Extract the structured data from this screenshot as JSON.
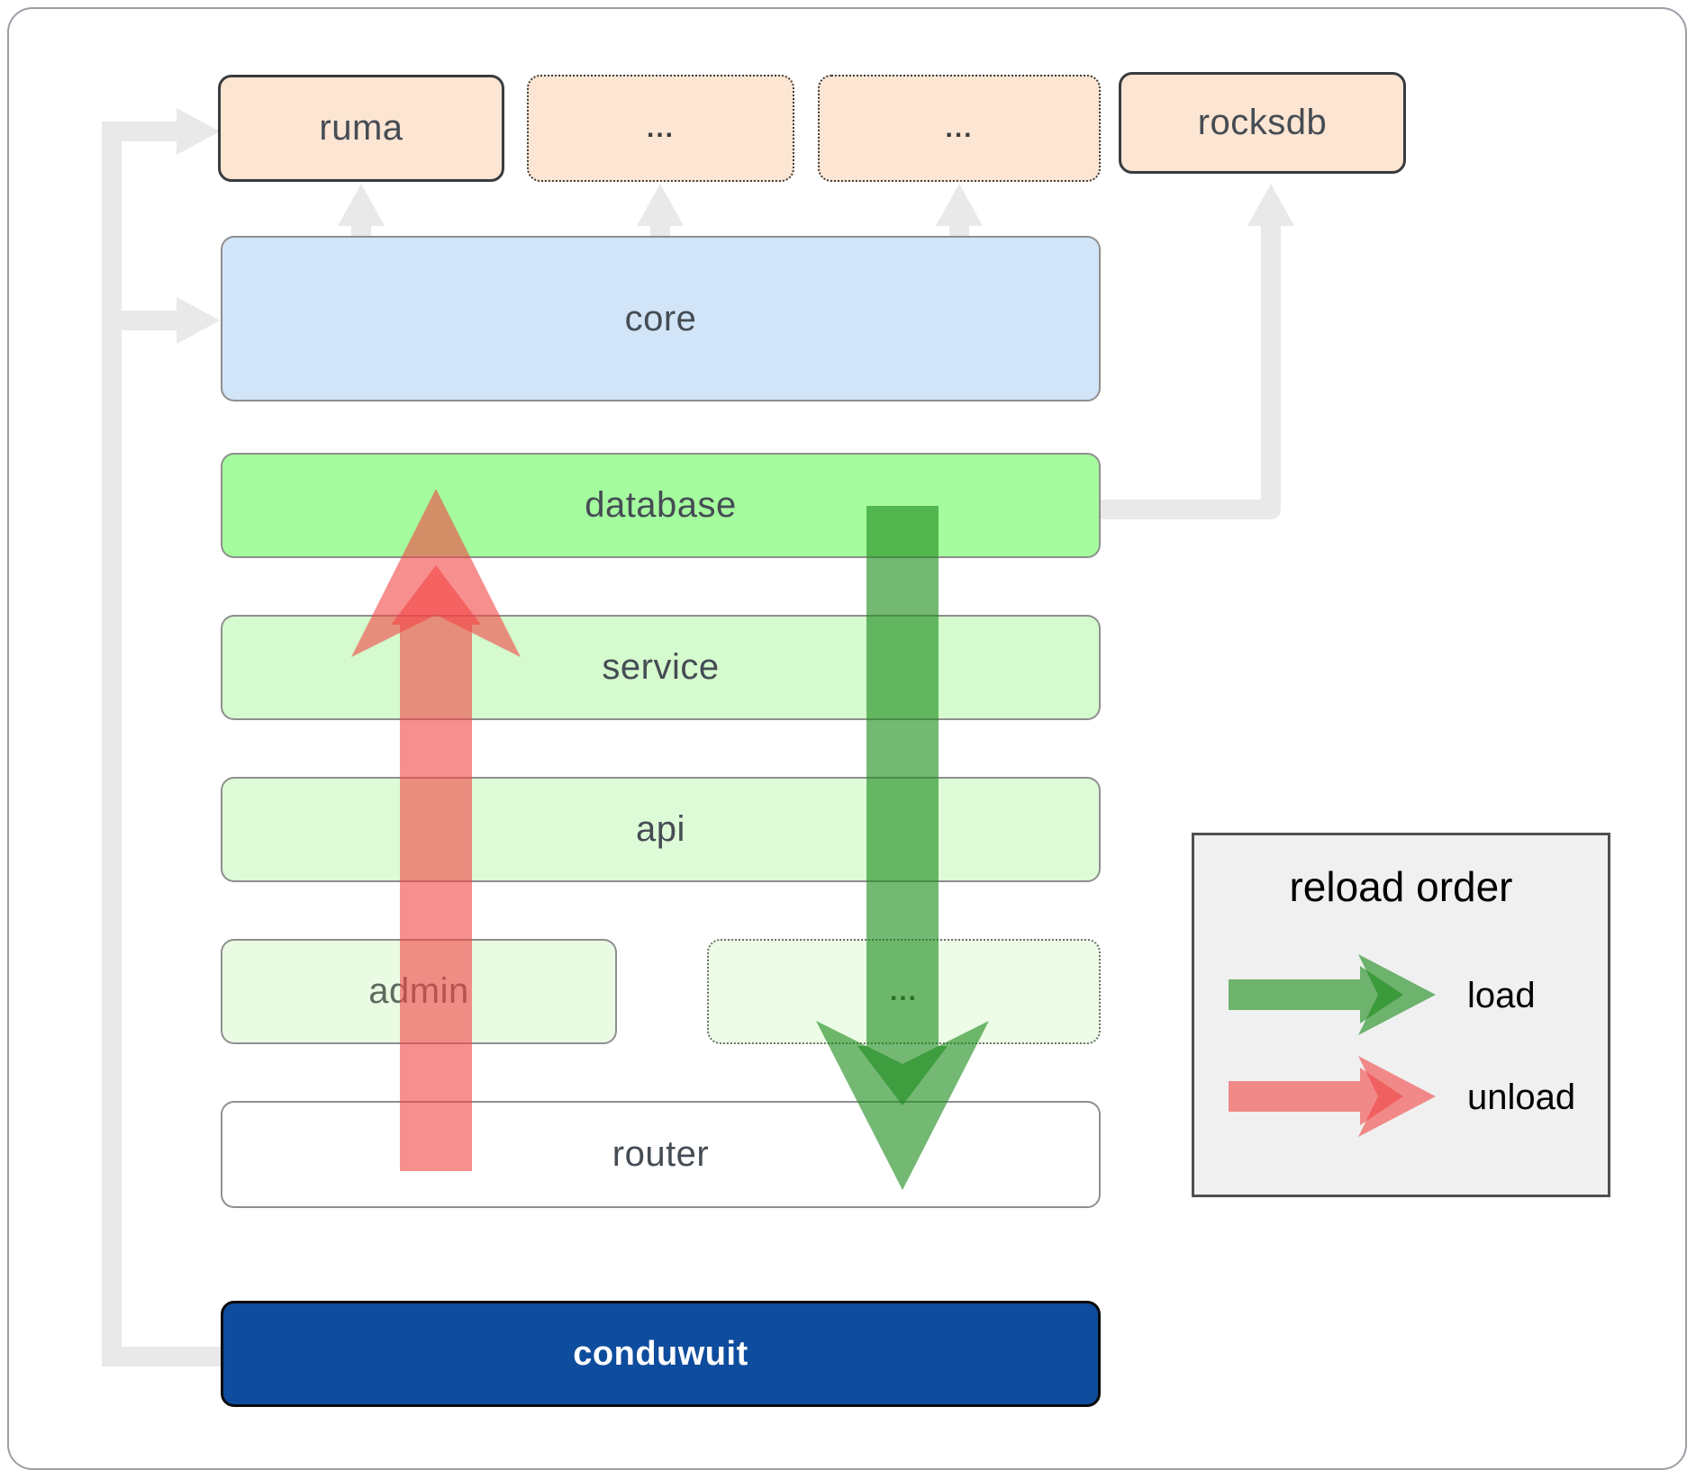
{
  "diagram": {
    "top_row": [
      {
        "id": "ruma",
        "label": "ruma",
        "border": "solid"
      },
      {
        "id": "extra-1",
        "label": "...",
        "border": "dotted"
      },
      {
        "id": "extra-2",
        "label": "...",
        "border": "dotted"
      },
      {
        "id": "rocksdb",
        "label": "rocksdb",
        "border": "solid"
      }
    ],
    "core": {
      "label": "core"
    },
    "database": {
      "label": "database"
    },
    "service": {
      "label": "service"
    },
    "api": {
      "label": "api"
    },
    "admin": {
      "label": "admin"
    },
    "admin_extra": {
      "label": "..."
    },
    "router": {
      "label": "router"
    },
    "conduwuit": {
      "label": "conduwuit"
    }
  },
  "legend": {
    "title": "reload order",
    "items": [
      {
        "label": "load",
        "arrow_color": "#1d8c1d"
      },
      {
        "label": "unload",
        "arrow_color": "#f24545"
      }
    ]
  },
  "colors": {
    "crate_fill": "#fce5d2",
    "core_fill": "#d2e4f8",
    "database_fill": "#a5fc9e",
    "service_fill": "#d5facd",
    "api_fill": "#defbd7",
    "admin_fill": "#eafbe3",
    "router_fill": "#ffffff",
    "conduwuit_fill": "#0e4c9d",
    "load_arrow": "#1d8c1d",
    "unload_arrow": "#f24545",
    "connector_gray": "#e9e9e9",
    "legend_bg": "#f0f0f0"
  }
}
